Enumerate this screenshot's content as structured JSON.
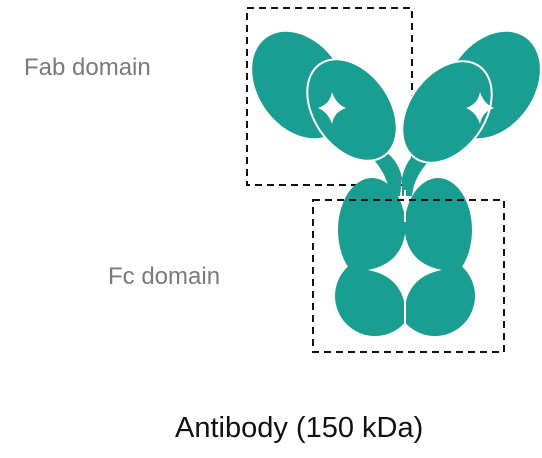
{
  "labels": {
    "fab": "Fab domain",
    "fc": "Fc domain",
    "caption": "Antibody (150 kDa)"
  },
  "colors": {
    "antibody_fill": "#1a9e92",
    "label_gray": "#7a7a7a",
    "caption_black": "#111111",
    "dash_border": "#111111",
    "outline": "#ffffff"
  }
}
